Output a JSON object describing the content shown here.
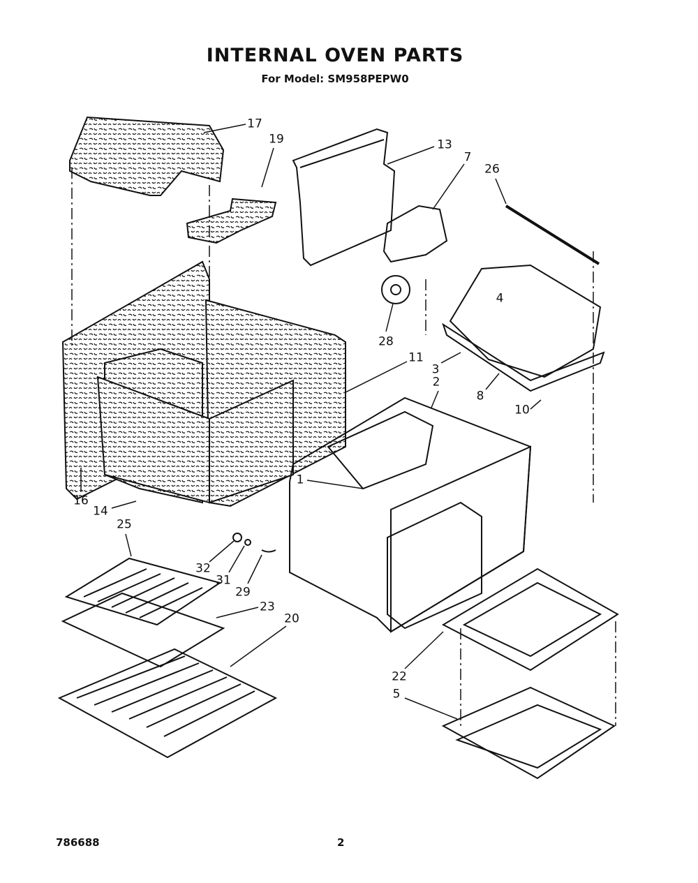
{
  "header": {
    "title": "INTERNAL OVEN PARTS",
    "subtitle": "For Model: SM958PEPW0"
  },
  "footer": {
    "doc_number": "786688",
    "page_number": "2"
  },
  "callouts": [
    "17",
    "19",
    "13",
    "7",
    "26",
    "4",
    "28",
    "3",
    "11",
    "2",
    "8",
    "10",
    "16",
    "14",
    "1",
    "25",
    "32",
    "31",
    "29",
    "23",
    "20",
    "22",
    "5"
  ]
}
